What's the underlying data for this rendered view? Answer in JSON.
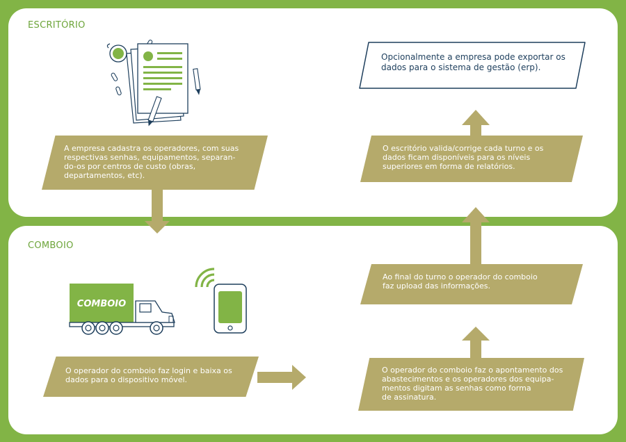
{
  "sections": {
    "office": "ESCRITÓRIO",
    "convoy": "COMBOIO"
  },
  "steps": {
    "register": "A empresa cadastra os operadores, com suas\nrespectivas senhas, equipamentos, separan-\ndo-os por centros de custo (obras,\ndepartamentos, etc).",
    "download": "O operador do comboio faz login e baixa os\ndados para o dispositivo móvel.",
    "record": "O operador do comboio faz o apontamento dos\nabastecimentos e os operadores dos equipa-\nmentos digitam as senhas como forma\nde assinatura.",
    "upload": "Ao final do turno o operador do comboio\nfaz upload das informações.",
    "validate": "O escritório valida/corrige cada turno e os\ndados ficam disponíveis para os níveis\nsuperiores em forma de relatórios.",
    "export": "Opcionalmente a empresa pode exportar os\ndados para o sistema de gestão (erp)."
  },
  "truck": {
    "label": "COMBOIO"
  },
  "colors": {
    "green": "#82b446",
    "olive": "#b5aa6b",
    "navy": "#1d3e5c",
    "white": "#ffffff"
  }
}
